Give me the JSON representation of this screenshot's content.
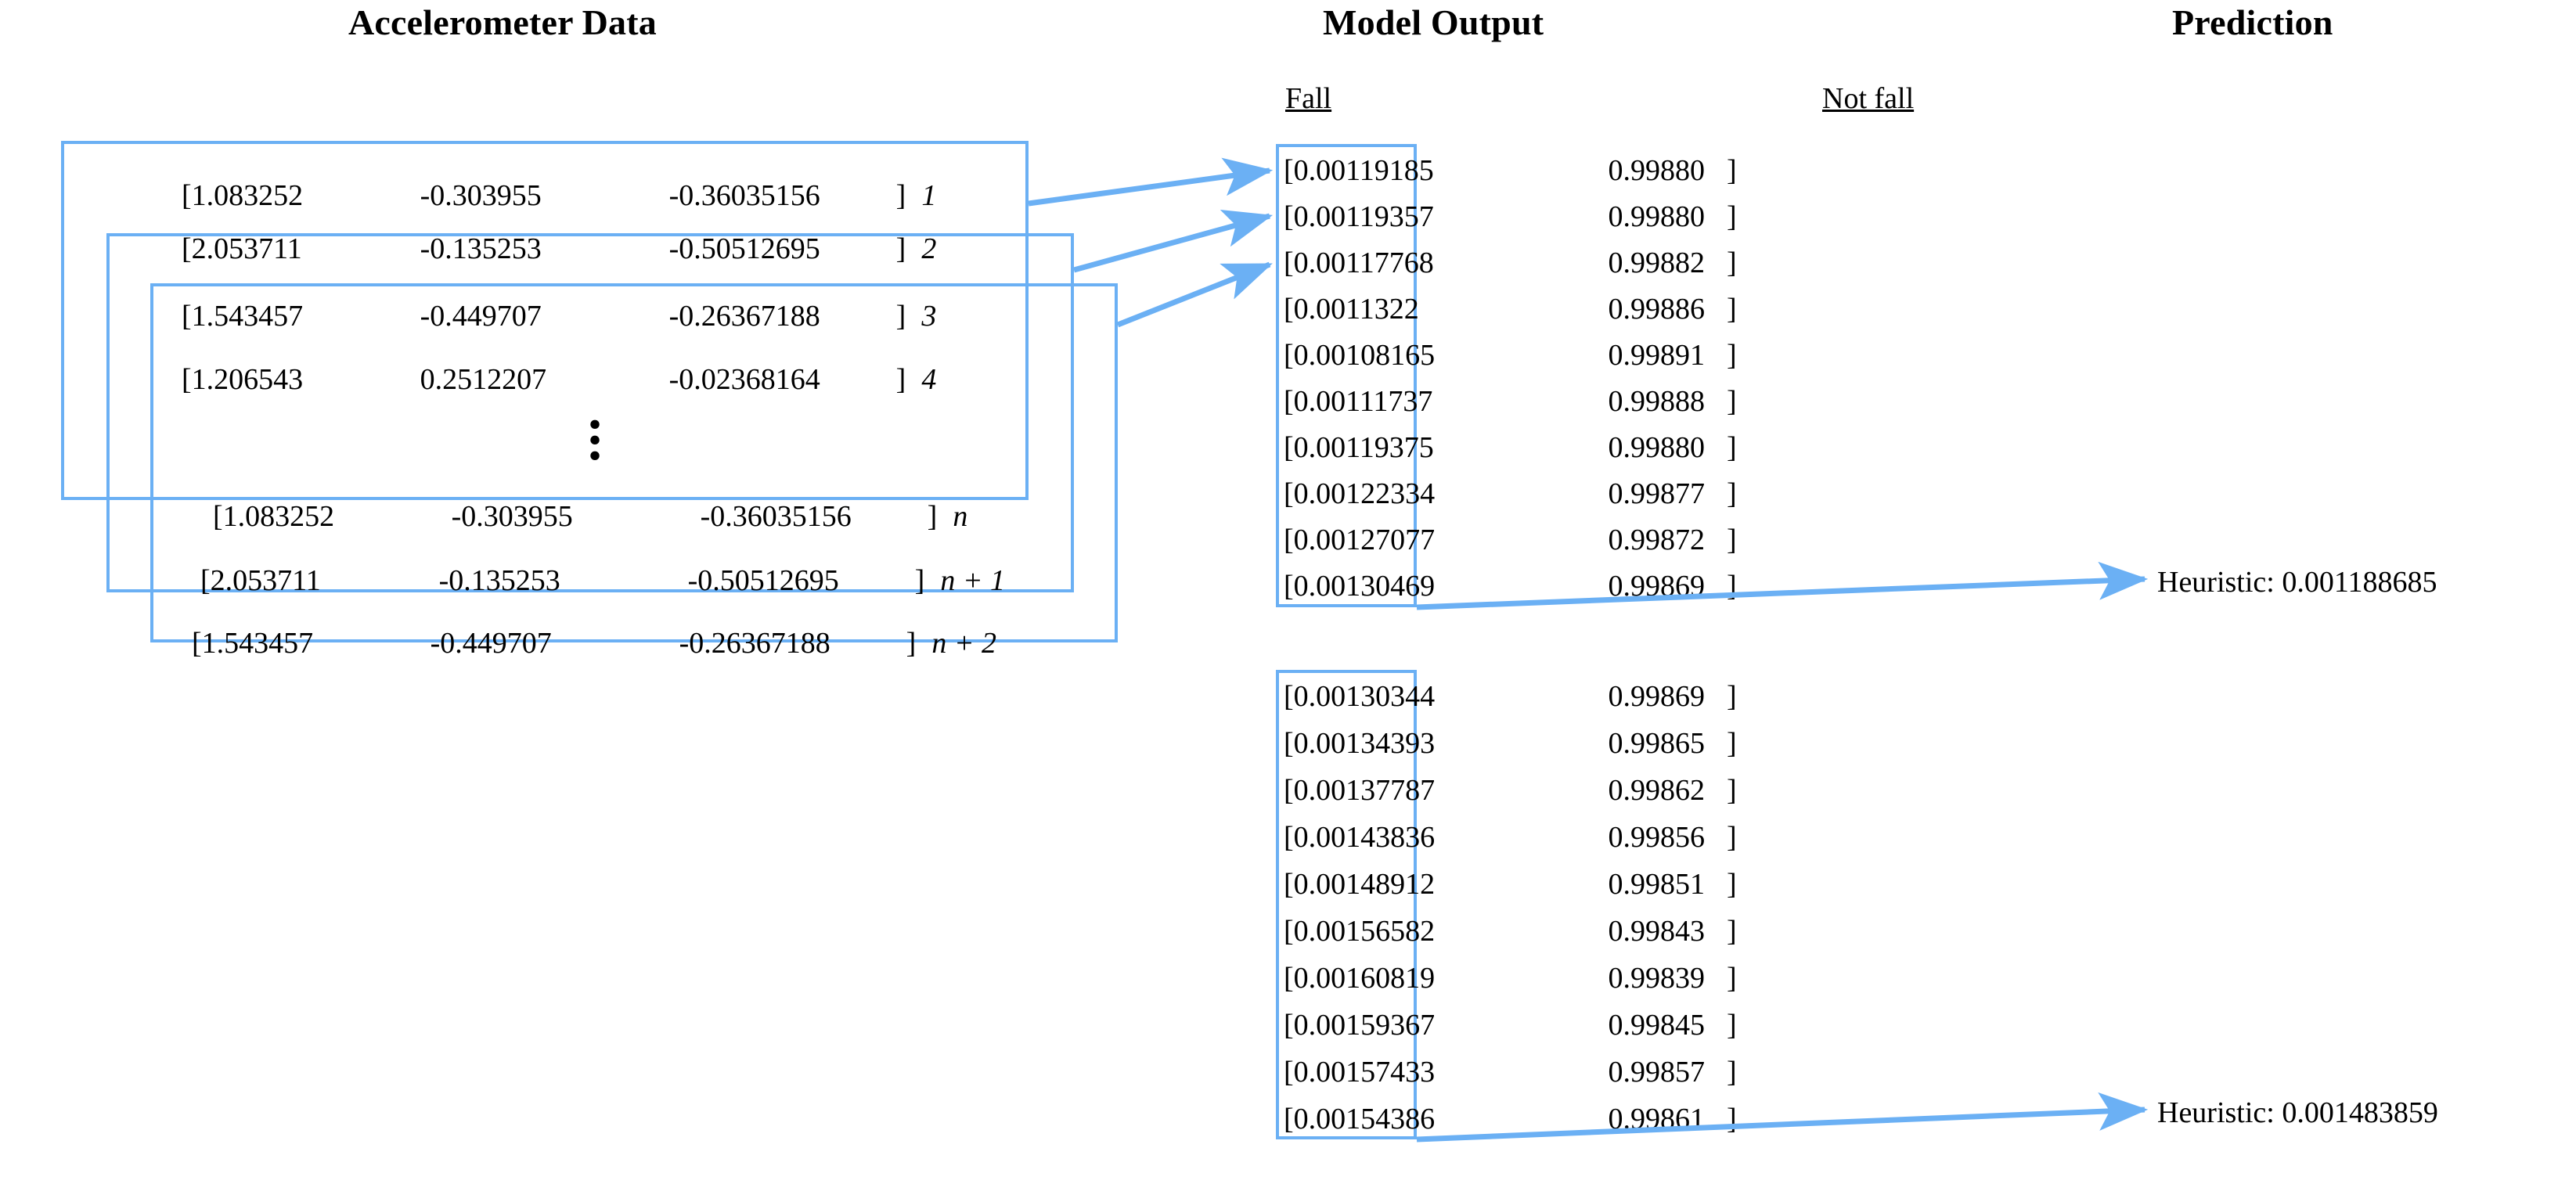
{
  "headings": {
    "accelerometer": "Accelerometer Data",
    "model_output": "Model Output",
    "prediction": "Prediction"
  },
  "subheadings": {
    "fall": "Fall",
    "not_fall": "Not fall"
  },
  "accelerometer": {
    "open_bracket": "[",
    "close_bracket": "]",
    "ellipsis_dot": "•",
    "rows": [
      {
        "x": "1.083252",
        "y": "-0.303955",
        "z": "-0.36035156",
        "index": "1"
      },
      {
        "x": "2.053711",
        "y": "-0.135253",
        "z": "-0.50512695",
        "index": "2"
      },
      {
        "x": "1.543457",
        "y": "-0.449707",
        "z": "-0.26367188",
        "index": "3"
      },
      {
        "x": "1.206543",
        "y": "0.2512207",
        "z": "-0.02368164",
        "index": "4"
      },
      {
        "x": "1.083252",
        "y": "-0.303955",
        "z": "-0.36035156",
        "index": "n"
      },
      {
        "x": "2.053711",
        "y": "-0.135253",
        "z": "-0.50512695",
        "index": "n + 1"
      },
      {
        "x": "1.543457",
        "y": "-0.449707",
        "z": "-0.26367188",
        "index": "n + 2"
      }
    ]
  },
  "model_output": {
    "open_bracket": "[",
    "close_bracket": "]",
    "block1": [
      {
        "fall": "0.00119185",
        "not_fall": "0.99880"
      },
      {
        "fall": "0.00119357",
        "not_fall": "0.99880"
      },
      {
        "fall": "0.00117768",
        "not_fall": "0.99882"
      },
      {
        "fall": "0.0011322",
        "not_fall": "0.99886"
      },
      {
        "fall": "0.00108165",
        "not_fall": "0.99891"
      },
      {
        "fall": "0.00111737",
        "not_fall": "0.99888"
      },
      {
        "fall": "0.00119375",
        "not_fall": "0.99880"
      },
      {
        "fall": "0.00122334",
        "not_fall": "0.99877"
      },
      {
        "fall": "0.00127077",
        "not_fall": "0.99872"
      },
      {
        "fall": "0.00130469",
        "not_fall": "0.99869"
      }
    ],
    "block2": [
      {
        "fall": "0.00130344",
        "not_fall": "0.99869"
      },
      {
        "fall": "0.00134393",
        "not_fall": "0.99865"
      },
      {
        "fall": "0.00137787",
        "not_fall": "0.99862"
      },
      {
        "fall": "0.00143836",
        "not_fall": "0.99856"
      },
      {
        "fall": "0.00148912",
        "not_fall": "0.99851"
      },
      {
        "fall": "0.00156582",
        "not_fall": "0.99843"
      },
      {
        "fall": "0.00160819",
        "not_fall": "0.99839"
      },
      {
        "fall": "0.00159367",
        "not_fall": "0.99845"
      },
      {
        "fall": "0.00157433",
        "not_fall": "0.99857"
      },
      {
        "fall": "0.00154386",
        "not_fall": "0.99861"
      }
    ]
  },
  "predictions": [
    {
      "label": "Heuristic: 0.001188685"
    },
    {
      "label": "Heuristic: 0.001483859"
    }
  ],
  "colors": {
    "accent_blue": "#6BB0F4",
    "text": "#000000",
    "background": "#ffffff"
  }
}
